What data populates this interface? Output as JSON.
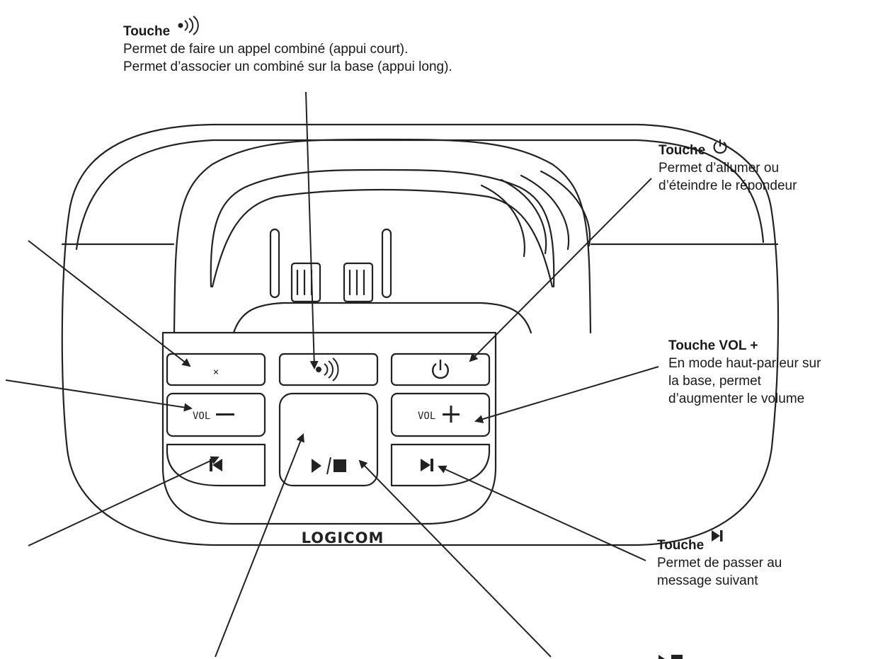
{
  "annotations": {
    "intercom": {
      "title": "Touche",
      "icon": "intercom-icon",
      "lines": [
        "Permet de faire un appel combiné (appui court).",
        "Permet d’associer un combiné sur la base (appui long)."
      ]
    },
    "power": {
      "title": "Touche",
      "icon": "power-icon",
      "lines": [
        "Permet d’allumer ou",
        "d’éteindre le répondeur"
      ]
    },
    "vol_plus": {
      "title": "Touche VOL +",
      "lines": [
        "En mode haut-parleur sur",
        "la base, permet",
        "d’augmenter le volume"
      ]
    },
    "next": {
      "title": "Touche",
      "icon": "skip-next-icon",
      "lines": [
        "Permet de passer au",
        "message suivant"
      ]
    }
  },
  "device": {
    "brand": "LOGICOM",
    "buttons": {
      "delete": "×",
      "vol_minus": "VOL",
      "vol_plus": "VOL"
    },
    "colors": {
      "outline": "#222222",
      "background": "#ffffff"
    }
  }
}
